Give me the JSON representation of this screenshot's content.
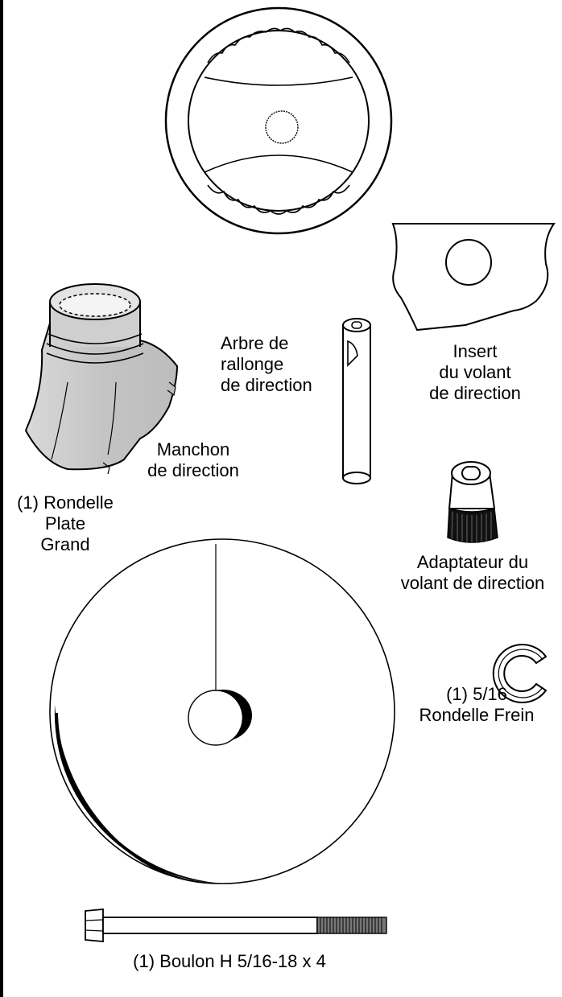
{
  "parts": {
    "steering_wheel": {
      "icon": "steering-wheel-icon"
    },
    "steering_wheel_insert": {
      "icon": "steering-wheel-insert-icon",
      "label": [
        "Insert",
        "du volant",
        "de direction"
      ]
    },
    "steering_shaft_extension": {
      "icon": "extension-shaft-icon",
      "label": [
        "Arbre de",
        "rallonge",
        "de direction"
      ]
    },
    "steering_sleeve": {
      "icon": "steering-sleeve-icon",
      "label": [
        "Manchon",
        "de direction"
      ]
    },
    "steering_wheel_adapter": {
      "icon": "steering-adapter-icon",
      "label": [
        "Adaptateur du",
        "volant de direction"
      ]
    },
    "large_flat_washer": {
      "icon": "flat-washer-icon",
      "label": [
        "(1) Rondelle",
        "Plate",
        "Grand"
      ]
    },
    "lock_washer": {
      "icon": "lock-washer-icon",
      "label": [
        "(1) 5/16",
        "Rondelle Frein"
      ]
    },
    "hex_bolt": {
      "icon": "hex-bolt-icon",
      "label": [
        "(1) Boulon H 5/16-18 x 4"
      ]
    }
  }
}
